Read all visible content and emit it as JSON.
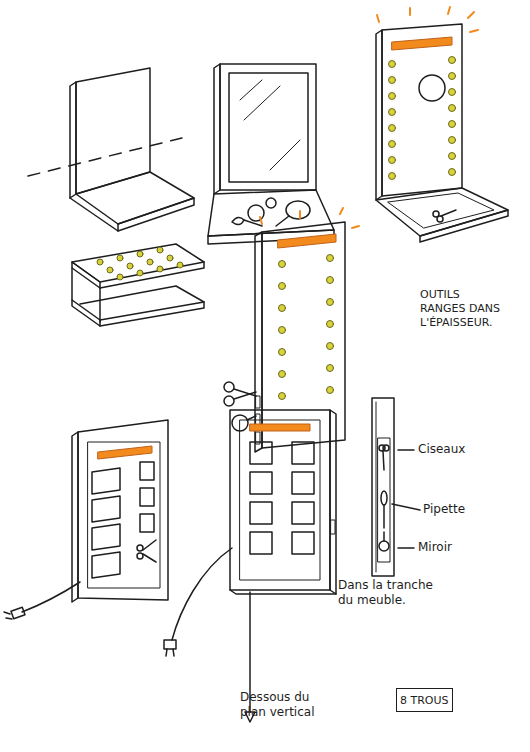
{
  "diagram": {
    "nodes": [
      {
        "text": [
          "8 TROUS"
        ]
      }
    ],
    "labels": [
      "OUTILS RANGES DANS L'ÉPAISSEUR.",
      "Ciseaux",
      "Pipette",
      "Miroir",
      "Dans la tranche du meuble.",
      "Dessous du plan vertical"
    ]
  }
}
